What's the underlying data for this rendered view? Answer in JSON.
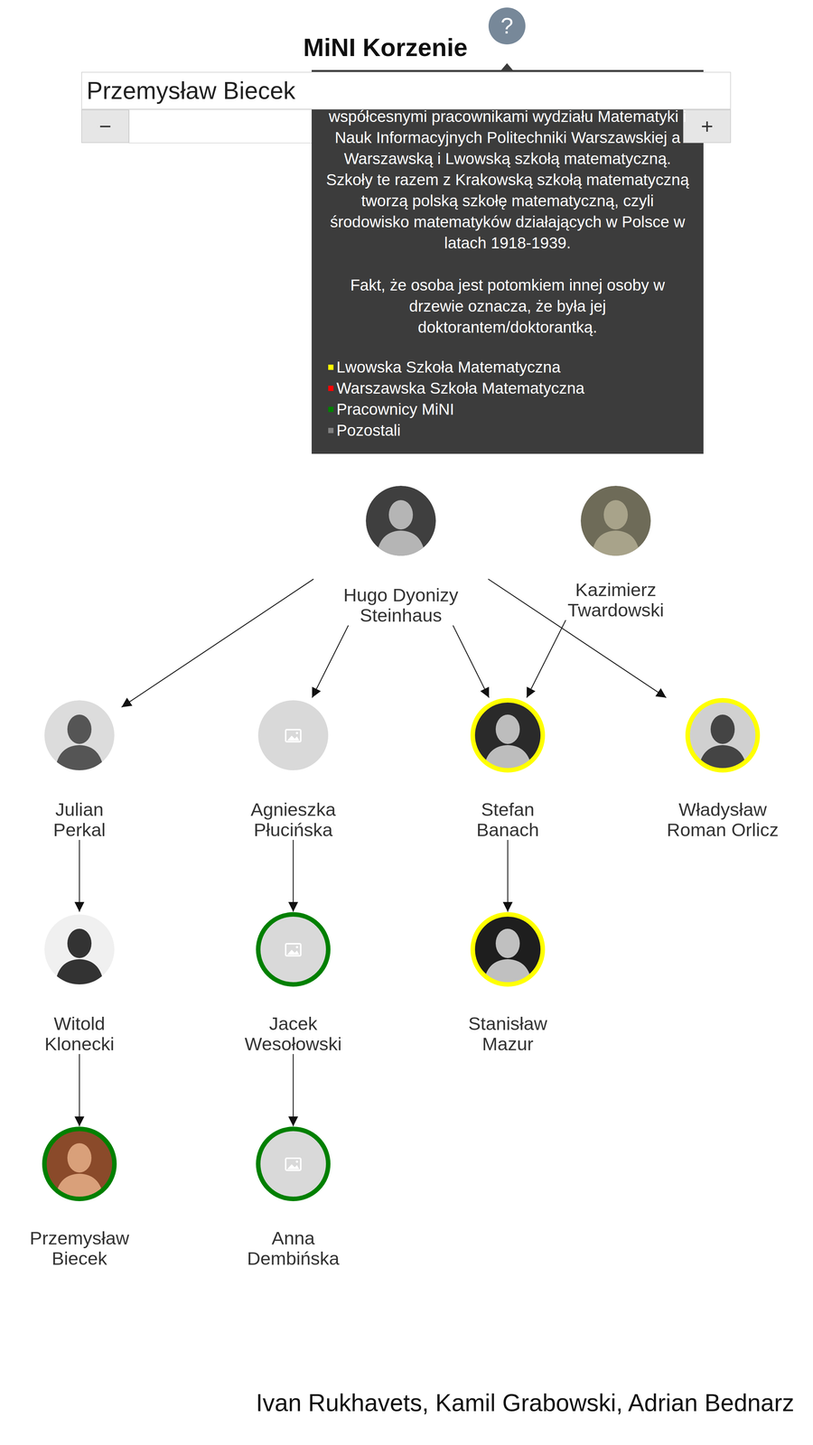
{
  "diagram": {
    "title": "MiNI Korzenie",
    "nodes": [
      {
        "text": [
          "?"
        ]
      },
      {
        "text": [
          "Drzewo genealogicznie pokazujące związki między współcesnymi pracownikami wydziału Matematyki i Nauk Informacyjnych Politechniki Warszawskiej a Warszawską i Lwowską szkołą matematyczną. Szkoły te razem z Krakowską szkołą matematyczną tworzą polską szkołę matematyczną, czyli środowisko matematyków działających w Polsce w latach 1918-1939.",
          "Fakt, że osoba jest potomkiem innej osoby w drzewie oznacza, że była jej doktorantem/doktorantką."
        ]
      },
      {
        "text": [
          "Przemysław Biecek"
        ]
      },
      {
        "text": [
          "−"
        ]
      },
      {
        "text": [
          "+"
        ]
      },
      {
        "text": [
          "Hugo Dyonizy Steinhaus"
        ]
      },
      {
        "text": [
          "Kazimierz Twardowski"
        ]
      },
      {
        "text": [
          "Julian Perkal"
        ]
      },
      {
        "text": [
          "Agnieszka Płucińska"
        ]
      },
      {
        "text": [
          "Stefan Banach"
        ]
      },
      {
        "text": [
          "Władysław Roman Orlicz"
        ]
      },
      {
        "text": [
          "Witold Klonecki"
        ]
      },
      {
        "text": [
          "Jacek Wesołowski"
        ]
      },
      {
        "text": [
          "Stanisław Mazur"
        ]
      },
      {
        "text": [
          "Przemysław Biecek"
        ]
      },
      {
        "text": [
          "Anna Dembińska"
        ]
      }
    ],
    "edges": [
      {
        "from": 5,
        "to": 7,
        "arrow": "to"
      },
      {
        "from": 5,
        "to": 8,
        "arrow": "to"
      },
      {
        "from": 5,
        "to": 9,
        "arrow": "to"
      },
      {
        "from": 5,
        "to": 10,
        "arrow": "to"
      },
      {
        "from": 6,
        "to": 9,
        "arrow": "to"
      },
      {
        "from": 7,
        "to": 11,
        "arrow": "to"
      },
      {
        "from": 8,
        "to": 12,
        "arrow": "to"
      },
      {
        "from": 9,
        "to": 13,
        "arrow": "to"
      },
      {
        "from": 11,
        "to": 14,
        "arrow": "to"
      },
      {
        "from": 12,
        "to": 15,
        "arrow": "to"
      }
    ],
    "labels": [
      "Ivan Rukhavets, Kamil Grabowski, Adrian Bednarz"
    ],
    "legend": [
      {
        "text": "Lwowska Szkoła Matematyczna",
        "color": "#ffff00"
      },
      {
        "text": "Warszawska Szkoła Matematyczna",
        "color": "#ff0000"
      },
      {
        "text": "Pracownicy MiNI",
        "color": "#008000"
      },
      {
        "text": "Pozostali",
        "color": "#808080"
      }
    ]
  }
}
